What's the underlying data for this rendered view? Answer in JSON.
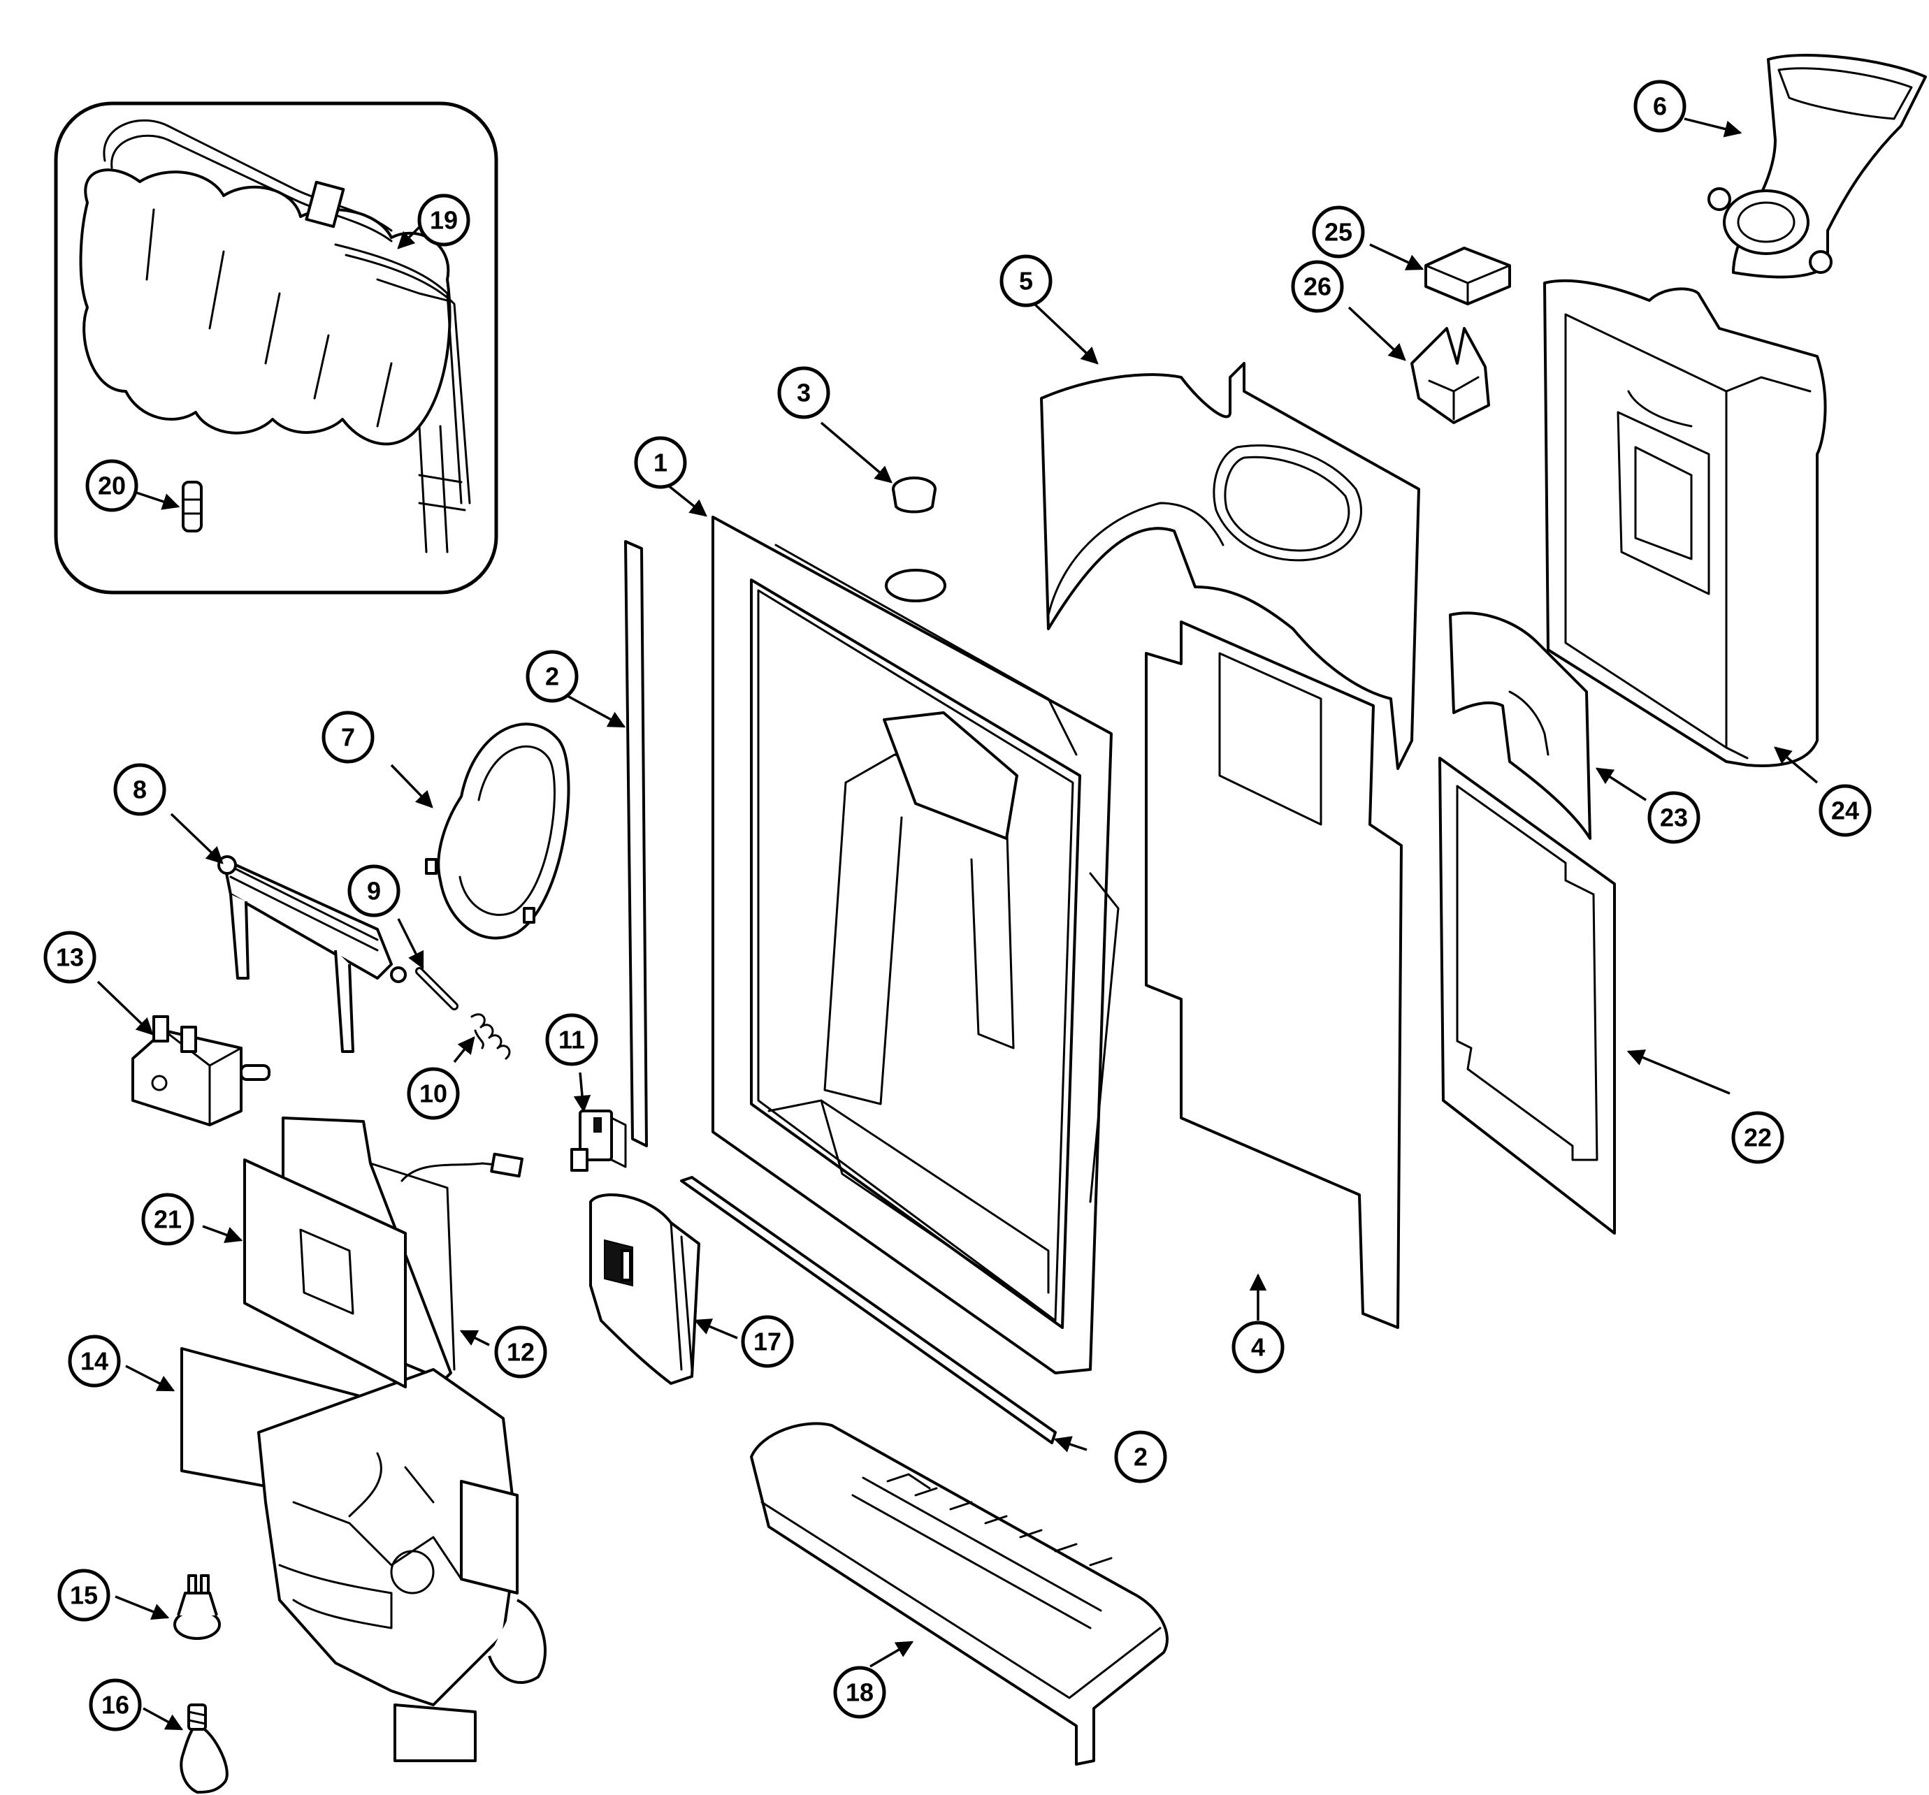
{
  "callouts": [
    "1",
    "2",
    "3",
    "4",
    "5",
    "6",
    "7",
    "8",
    "9",
    "10",
    "11",
    "12",
    "13",
    "14",
    "15",
    "16",
    "17",
    "18",
    "19",
    "20",
    "21",
    "22",
    "23",
    "24",
    "25",
    "26"
  ],
  "callout_2_second": "2"
}
